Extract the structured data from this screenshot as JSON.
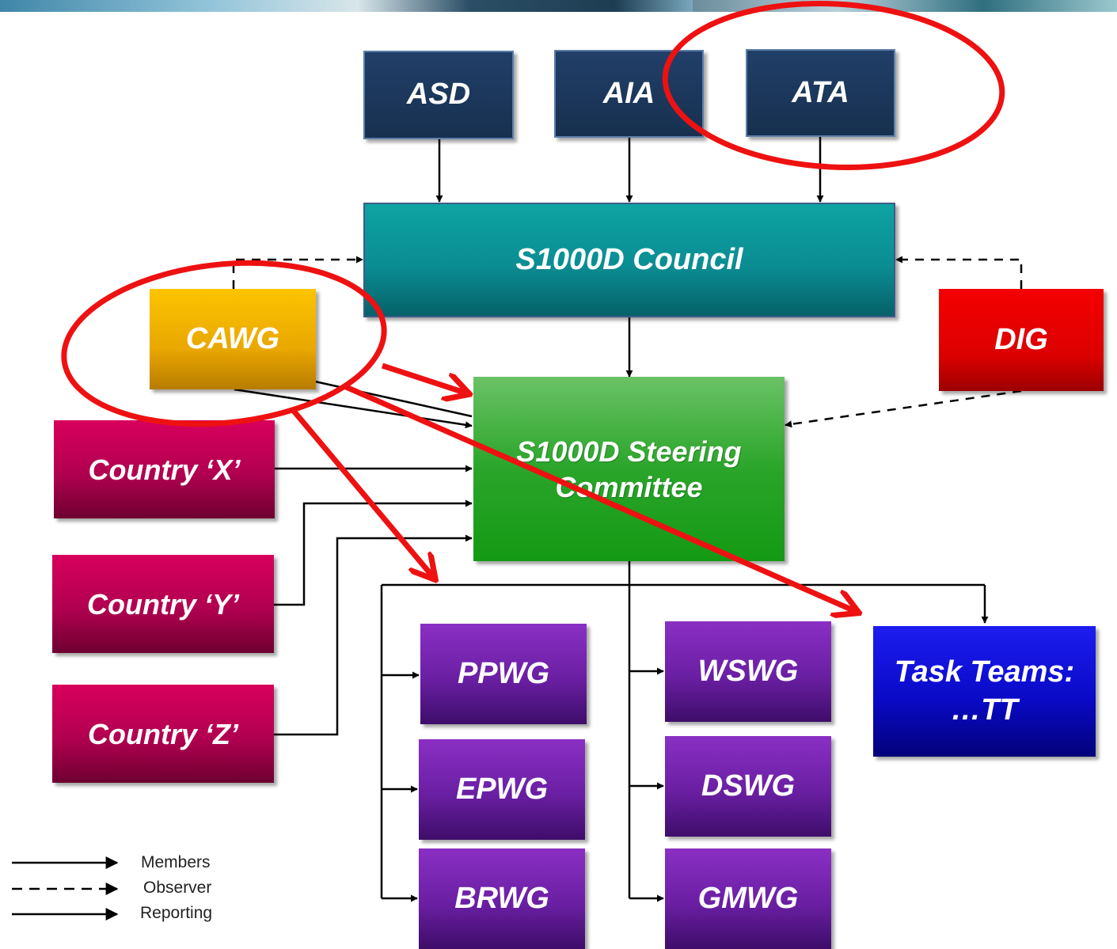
{
  "org_chart": {
    "associations": [
      "ASD",
      "AIA",
      "ATA"
    ],
    "council": "S1000D Council",
    "cawg": "CAWG",
    "dig": "DIG",
    "steering": "S1000D Steering Committee",
    "countries": [
      "Country ‘X’",
      "Country ‘Y’",
      "Country ‘Z’"
    ],
    "working_groups_left": [
      "PPWG",
      "EPWG",
      "BRWG"
    ],
    "working_groups_right": [
      "WSWG",
      "DSWG",
      "GMWG"
    ],
    "task_teams": {
      "line1": "Task Teams:",
      "line2": "…TT"
    }
  },
  "legend": {
    "members": "Members",
    "observer": "Observer",
    "reporting": "Reporting"
  },
  "colors": {
    "association": "#1b365d",
    "council": "#0b9a9d",
    "cawg": "#f2b200",
    "dig": "#e60000",
    "steering": "#2aa52a",
    "country": "#c0005a",
    "working_group": "#6a1fa3",
    "task_teams": "#0a0ac8",
    "highlight": "#ee1111"
  }
}
